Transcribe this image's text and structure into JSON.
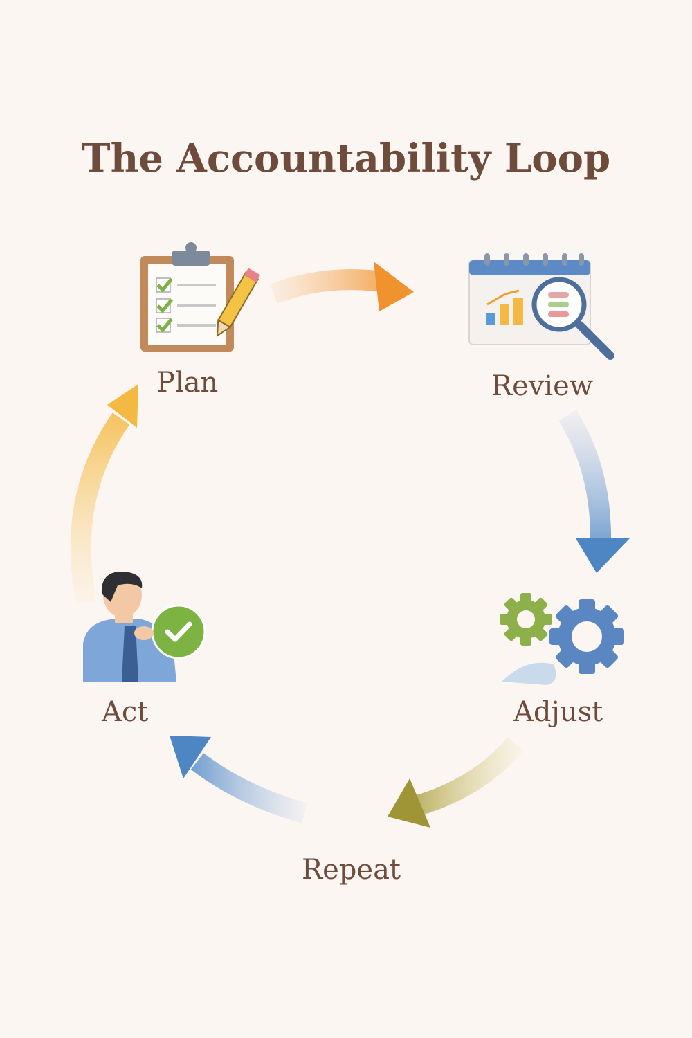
{
  "title": "The Accountability Loop",
  "steps": [
    {
      "label": "Plan",
      "icon": "clipboard-checklist-icon"
    },
    {
      "label": "Review",
      "icon": "calendar-chart-magnifier-icon"
    },
    {
      "label": "Adjust",
      "icon": "gears-icon"
    },
    {
      "label": "Repeat",
      "icon": "cycle-arrow"
    },
    {
      "label": "Act",
      "icon": "person-checkmark-icon"
    }
  ],
  "colors": {
    "background": "#fcf6f3",
    "text": "#6e4b3b",
    "orange": "#f0922e",
    "blue": "#4e86c4",
    "olive": "#a59a3a",
    "yellow": "#f4b942",
    "green": "#7cb342"
  }
}
